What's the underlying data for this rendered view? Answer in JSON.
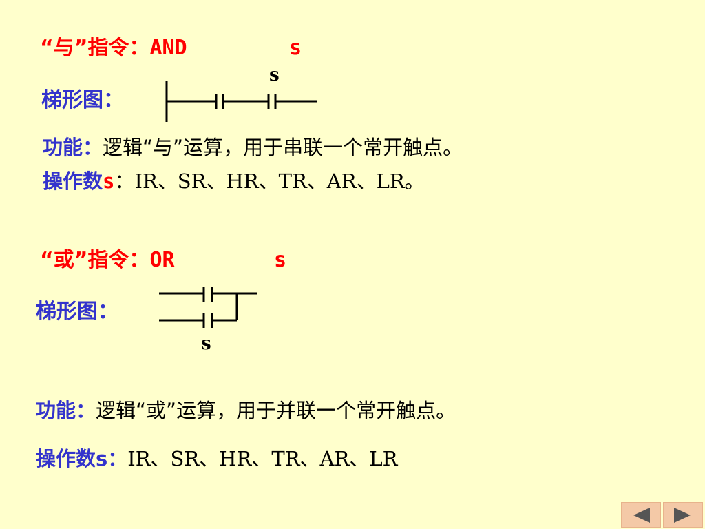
{
  "and_section": {
    "heading_prefix": "“与”指令：",
    "heading_cmd": "AND",
    "heading_operand": "s",
    "ladder_label": "梯形图：",
    "contact_label": "s",
    "func_label": "功能：",
    "func_text": "逻辑“与”运算，用于串联一个常开触点。",
    "operand_label": "操作数",
    "operand_s": "s",
    "operand_colon": "：",
    "operand_list": "IR、SR、HR、TR、AR、LR。"
  },
  "or_section": {
    "heading_prefix": "“或”指令：",
    "heading_cmd": "OR",
    "heading_operand": "s",
    "ladder_label": "梯形图：",
    "contact_label": "s",
    "func_label": "功能：",
    "func_text": "逻辑“或”运算，用于并联一个常开触点。",
    "operand_label": "操作数s：",
    "operand_list": "IR、SR、HR、TR、AR、LR"
  },
  "nav": {
    "prev_icon": "triangle-left-icon",
    "next_icon": "triangle-right-icon"
  },
  "colors": {
    "background": "#ffffcc",
    "heading": "#ff0000",
    "label": "#3333cc",
    "body": "#000000"
  }
}
